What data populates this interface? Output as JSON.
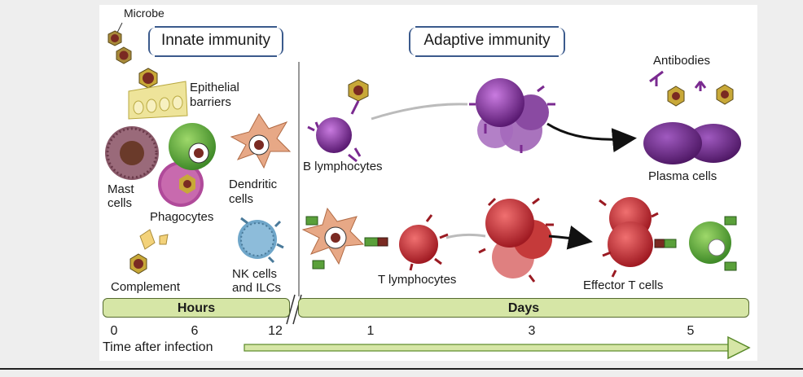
{
  "headers": {
    "innate": "Innate immunity",
    "adaptive": "Adaptive immunity"
  },
  "labels": {
    "microbe": "Microbe",
    "epithelial": [
      "Epithelial",
      "barriers"
    ],
    "mast": [
      "Mast",
      "cells"
    ],
    "phagocytes": "Phagocytes",
    "dendritic": [
      "Dendritic",
      "cells"
    ],
    "complement": "Complement",
    "nk": [
      "NK cells",
      "and ILCs"
    ],
    "b_lymph": "B lymphocytes",
    "antibodies": "Antibodies",
    "plasma": "Plasma cells",
    "t_lymph": "T lymphocytes",
    "effector": "Effector T cells"
  },
  "timeline": {
    "hours_label": "Hours",
    "days_label": "Days",
    "ticks": [
      "0",
      "6",
      "12",
      "1",
      "3",
      "5"
    ],
    "axis_label": "Time after infection"
  },
  "colors": {
    "microbe": "#7a2a22",
    "epithelium": "#eee49a",
    "mast": "#8a5a6a",
    "phagocyte_green": "#58a83a",
    "phagocyte_purple": "#b04a9a",
    "dendritic": "#e7a886",
    "nk": "#6fa6c9",
    "b_cell": "#7a2a90",
    "plasma": "#6a2a82",
    "t_cell": "#c5232f",
    "bar": "#d6e6a6",
    "arrow": "#5a8a2a"
  }
}
